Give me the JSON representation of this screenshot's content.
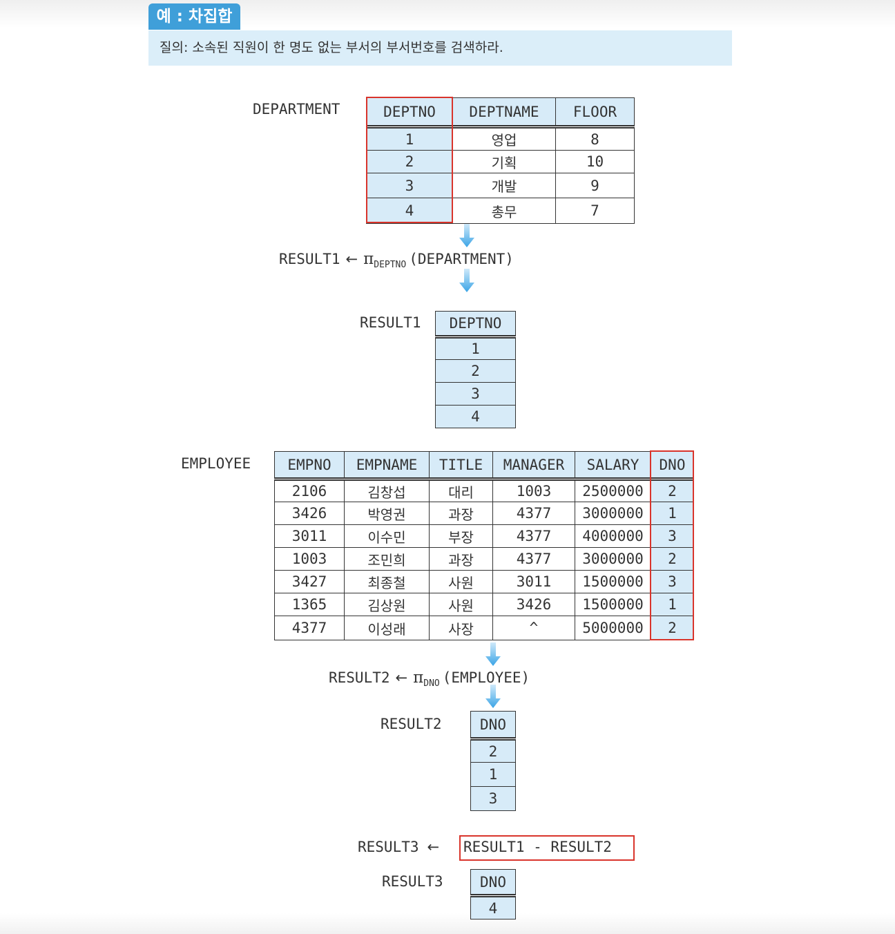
{
  "header": {
    "badge": "예 : 차집합",
    "query": "질의: 소속된 직원이 한 명도 없는 부서의 부서번호를 검색하라."
  },
  "department": {
    "name": "DEPARTMENT",
    "columns": [
      "DEPTNO",
      "DEPTNAME",
      "FLOOR"
    ],
    "rows": [
      [
        "1",
        "영업",
        "8"
      ],
      [
        "2",
        "기획",
        "10"
      ],
      [
        "3",
        "개발",
        "9"
      ],
      [
        "4",
        "총무",
        "7"
      ]
    ]
  },
  "expr1": {
    "target": "RESULT1",
    "arrow": "←",
    "pi": "π",
    "sub": "DEPTNO",
    "arg": "(DEPARTMENT)"
  },
  "result1": {
    "name": "RESULT1",
    "columns": [
      "DEPTNO"
    ],
    "rows": [
      [
        "1"
      ],
      [
        "2"
      ],
      [
        "3"
      ],
      [
        "4"
      ]
    ]
  },
  "employee": {
    "name": "EMPLOYEE",
    "columns": [
      "EMPNO",
      "EMPNAME",
      "TITLE",
      "MANAGER",
      "SALARY",
      "DNO"
    ],
    "rows": [
      [
        "2106",
        "김창섭",
        "대리",
        "1003",
        "2500000",
        "2"
      ],
      [
        "3426",
        "박영권",
        "과장",
        "4377",
        "3000000",
        "1"
      ],
      [
        "3011",
        "이수민",
        "부장",
        "4377",
        "4000000",
        "3"
      ],
      [
        "1003",
        "조민희",
        "과장",
        "4377",
        "3000000",
        "2"
      ],
      [
        "3427",
        "최종철",
        "사원",
        "3011",
        "1500000",
        "3"
      ],
      [
        "1365",
        "김상원",
        "사원",
        "3426",
        "1500000",
        "1"
      ],
      [
        "4377",
        "이성래",
        "사장",
        "^",
        "5000000",
        "2"
      ]
    ]
  },
  "expr2": {
    "target": "RESULT2",
    "arrow": "←",
    "pi": "π",
    "sub": "DNO",
    "arg": "(EMPLOYEE)"
  },
  "result2": {
    "name": "RESULT2",
    "columns": [
      "DNO"
    ],
    "rows": [
      [
        "2"
      ],
      [
        "1"
      ],
      [
        "3"
      ]
    ]
  },
  "expr3": {
    "target": "RESULT3",
    "arrow": "←",
    "body": "RESULT1 - RESULT2"
  },
  "result3": {
    "name": "RESULT3",
    "columns": [
      "DNO"
    ],
    "rows": [
      [
        "4"
      ]
    ]
  },
  "colors": {
    "accent": "#3f9fd9",
    "header_fill": "#d7ebf8",
    "highlight": "#d9342b"
  }
}
